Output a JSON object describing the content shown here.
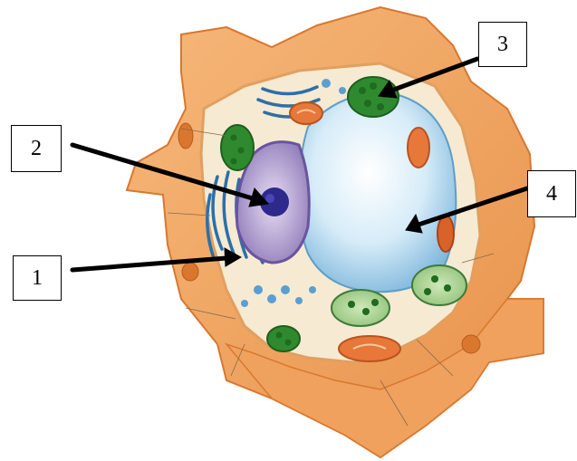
{
  "labels": {
    "one": "1",
    "two": "2",
    "three": "3",
    "four": "4"
  },
  "colors": {
    "cell_wall": "#f2a663",
    "cell_wall_dark": "#e0823c",
    "cytoplasm": "#f7ecd9",
    "vacuole": "#bfe0f2",
    "nucleus": "#c8b7e0",
    "nucleolus": "#2d2a8c",
    "chloroplast": "#2f8a2f",
    "mitochondrion": "#e8773a",
    "er": "#2d6fa8",
    "arrow": "#000000"
  }
}
